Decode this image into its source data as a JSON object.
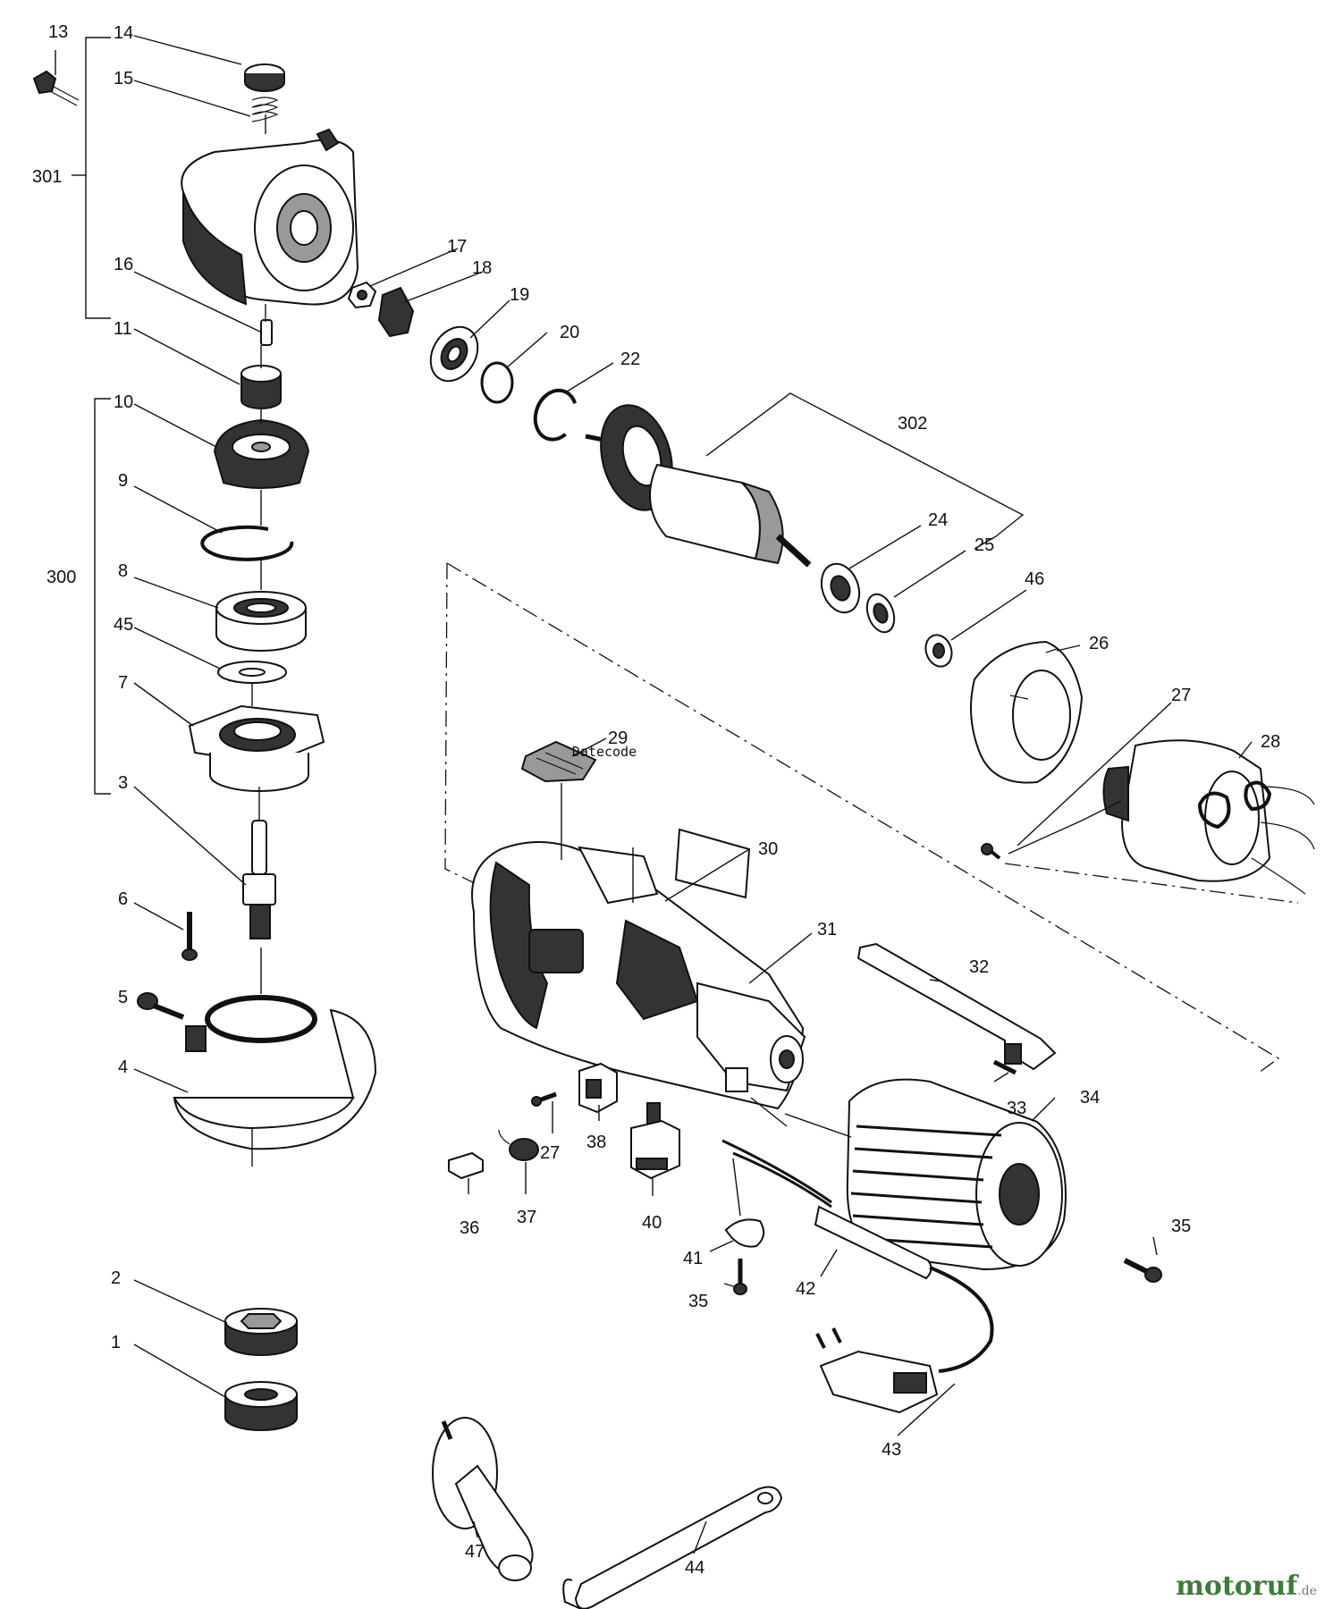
{
  "diagram": {
    "datecode_label": "Datecode",
    "callouts": [
      {
        "id": "c13",
        "text": "13"
      },
      {
        "id": "c14",
        "text": "14"
      },
      {
        "id": "c15",
        "text": "15"
      },
      {
        "id": "c301",
        "text": "301"
      },
      {
        "id": "c16",
        "text": "16"
      },
      {
        "id": "c11",
        "text": "11"
      },
      {
        "id": "c10",
        "text": "10"
      },
      {
        "id": "c9",
        "text": "9"
      },
      {
        "id": "c300",
        "text": "300"
      },
      {
        "id": "c8",
        "text": "8"
      },
      {
        "id": "c45",
        "text": "45"
      },
      {
        "id": "c7",
        "text": "7"
      },
      {
        "id": "c3",
        "text": "3"
      },
      {
        "id": "c6",
        "text": "6"
      },
      {
        "id": "c5",
        "text": "5"
      },
      {
        "id": "c4",
        "text": "4"
      },
      {
        "id": "c2",
        "text": "2"
      },
      {
        "id": "c1",
        "text": "1"
      },
      {
        "id": "c17",
        "text": "17"
      },
      {
        "id": "c18",
        "text": "18"
      },
      {
        "id": "c19",
        "text": "19"
      },
      {
        "id": "c20",
        "text": "20"
      },
      {
        "id": "c22",
        "text": "22"
      },
      {
        "id": "c302",
        "text": "302"
      },
      {
        "id": "c24",
        "text": "24"
      },
      {
        "id": "c25",
        "text": "25"
      },
      {
        "id": "c46",
        "text": "46"
      },
      {
        "id": "c26",
        "text": "26"
      },
      {
        "id": "c27a",
        "text": "27"
      },
      {
        "id": "c28",
        "text": "28"
      },
      {
        "id": "c29",
        "text": "29"
      },
      {
        "id": "c30",
        "text": "30"
      },
      {
        "id": "c31",
        "text": "31"
      },
      {
        "id": "c32",
        "text": "32"
      },
      {
        "id": "c33",
        "text": "33"
      },
      {
        "id": "c34",
        "text": "34"
      },
      {
        "id": "c35a",
        "text": "35"
      },
      {
        "id": "c27b",
        "text": "27"
      },
      {
        "id": "c38",
        "text": "38"
      },
      {
        "id": "c36",
        "text": "36"
      },
      {
        "id": "c37",
        "text": "37"
      },
      {
        "id": "c40",
        "text": "40"
      },
      {
        "id": "c41",
        "text": "41"
      },
      {
        "id": "c35b",
        "text": "35"
      },
      {
        "id": "c42",
        "text": "42"
      },
      {
        "id": "c43",
        "text": "43"
      },
      {
        "id": "c47",
        "text": "47"
      },
      {
        "id": "c44",
        "text": "44"
      }
    ]
  },
  "watermark": {
    "main": "motoruf",
    "tld": ".de"
  }
}
